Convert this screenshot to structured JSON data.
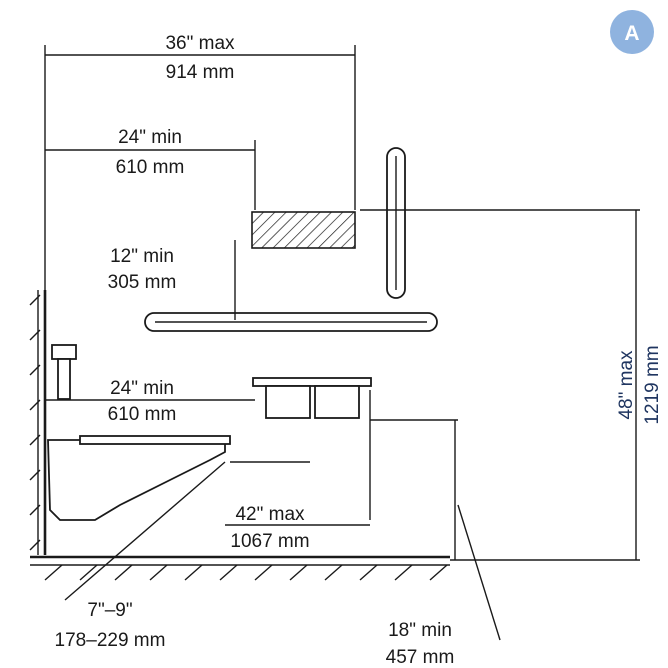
{
  "badge": {
    "letter": "A",
    "color": "#8fb3df"
  },
  "dims": {
    "grab_span_max": {
      "in": "36\" max",
      "mm": "914 mm"
    },
    "grab_offset_min": {
      "in": "24\" min",
      "mm": "610 mm"
    },
    "grab_gap_min": {
      "in": "12\" min",
      "mm": "305 mm"
    },
    "toilet_front_min": {
      "in": "24\" min",
      "mm": "610 mm"
    },
    "dispenser_max": {
      "in": "42\" max",
      "mm": "1067 mm"
    },
    "dispenser_height_max": {
      "in": "48\" max",
      "mm": "1219 mm"
    },
    "dispenser_mount_range": {
      "in": "7\"–9\"",
      "mm": "178–229 mm"
    },
    "dispenser_min_height": {
      "in": "18\" min",
      "mm": "457 mm"
    }
  },
  "colors": {
    "line": "#1a1a1a",
    "vertical_text": "#1f3560"
  }
}
